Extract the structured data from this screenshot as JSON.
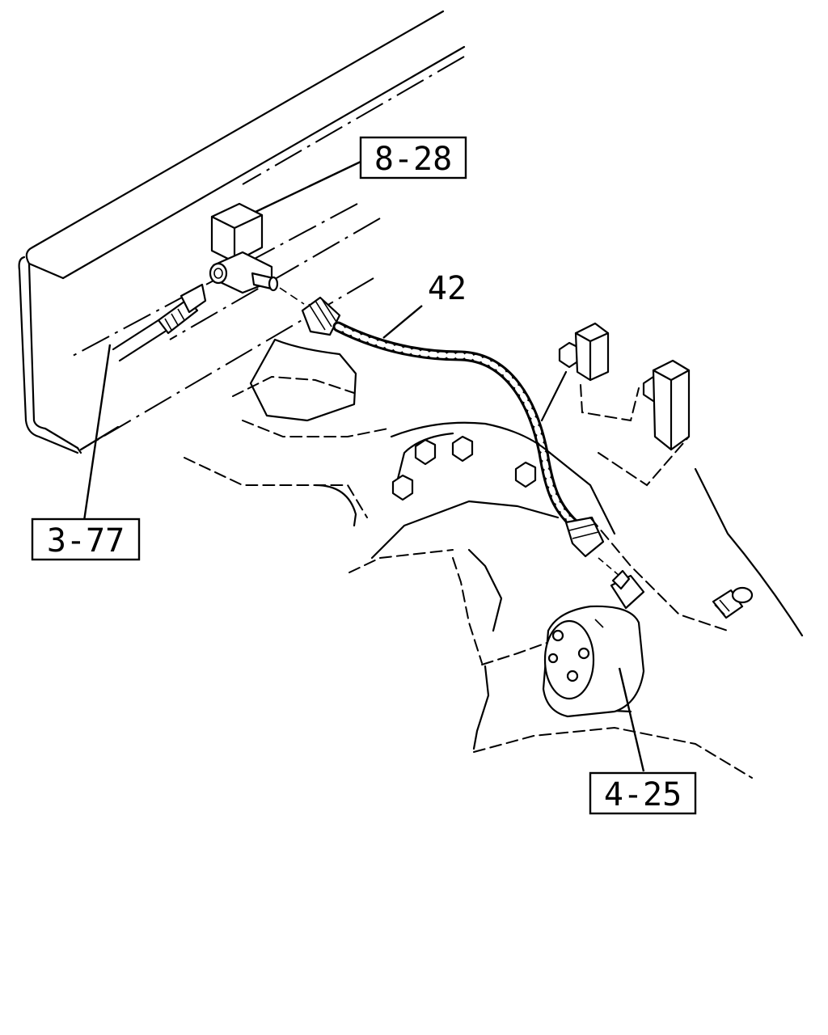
{
  "callouts": {
    "ref_8_28": "8-28",
    "part_42": "42",
    "ref_3_77": "3-77",
    "ref_4_25": "4-25"
  }
}
